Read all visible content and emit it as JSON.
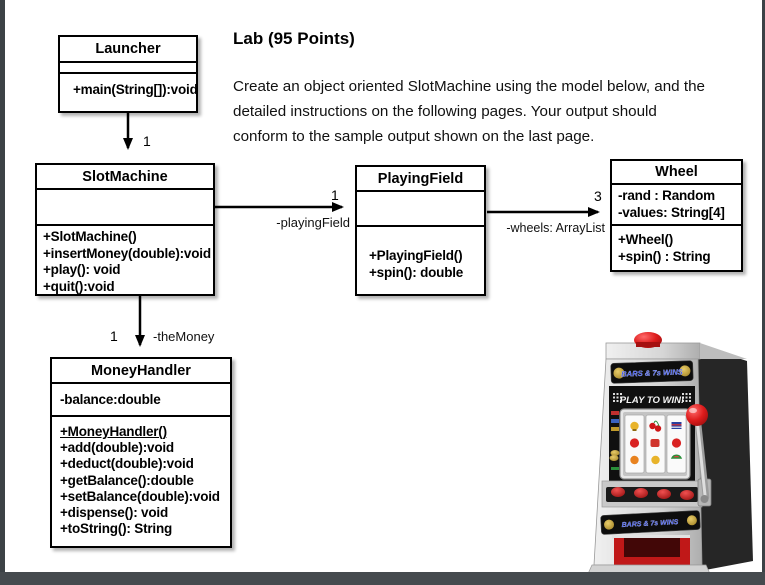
{
  "page": {
    "heading": "Lab (95 Points)",
    "paragraph": "Create an object oriented SlotMachine using the model below, and the\ndetailed instructions on the following pages.   Your output should\nconform to the sample output shown on the last page."
  },
  "classes": {
    "launcher": {
      "name": "Launcher",
      "methods": [
        "+main(String[]):void"
      ]
    },
    "slot_machine": {
      "name": "SlotMachine",
      "methods": [
        "+SlotMachine()",
        "+insertMoney(double):void",
        "+play(): void",
        "+quit():void"
      ]
    },
    "playing_field": {
      "name": "PlayingField",
      "methods": [
        "+PlayingField()",
        "+spin(): double"
      ]
    },
    "wheel": {
      "name": "Wheel",
      "attributes": [
        "-rand : Random",
        "-values: String[4]"
      ],
      "methods": [
        "+Wheel()",
        "+spin() : String"
      ]
    },
    "money_handler": {
      "name": "MoneyHandler",
      "attributes": [
        "-balance:double"
      ],
      "methods": [
        "+MoneyHandler()",
        "+add(double):void",
        "+deduct(double):void",
        "+getBalance():double",
        "+setBalance(double):void",
        "+dispense(): void",
        "+toString(): String"
      ]
    }
  },
  "associations": {
    "launcher_slotmachine": {
      "multiplicity": "1"
    },
    "slotmachine_playingfield": {
      "multiplicity": "1",
      "role": "-playingField"
    },
    "playingfield_wheel": {
      "multiplicity": "3",
      "role": "-wheels: ArrayList"
    },
    "slotmachine_moneyhandler": {
      "multiplicity": "1",
      "role": "-theMoney"
    }
  },
  "slot_machine_image": {
    "top_banner": "BARS & 7s WINS",
    "play_text": "PLAY TO WIN!",
    "bottom_banner": "BARS & 7s WINS"
  },
  "colors": {
    "edge_dark": "#3c4246",
    "uml_line": "#000000",
    "machine_red": "#c41818",
    "machine_silver": "#d9d9d9",
    "machine_black": "#141414",
    "banner_blue": "#3a52e8",
    "coin_gold": "#c09a2a"
  }
}
